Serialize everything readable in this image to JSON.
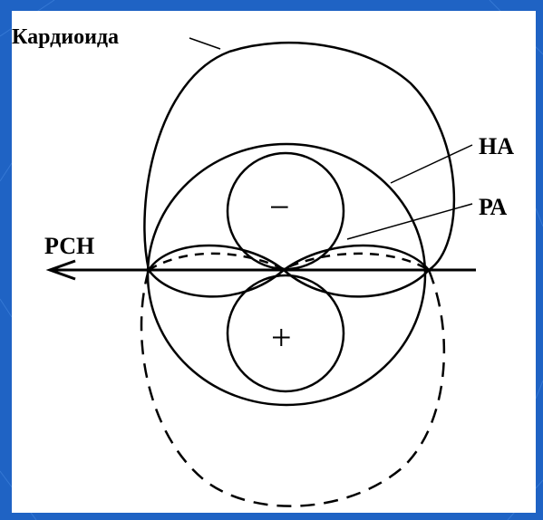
{
  "labels": {
    "cardioid": "Кардиоида",
    "na": "НА",
    "ra": "РА",
    "rsn": "РСН",
    "minus": "−",
    "plus": "+"
  },
  "colors": {
    "frame_blue": "#1f63c4",
    "canvas": "#ffffff",
    "ink": "#000000"
  }
}
